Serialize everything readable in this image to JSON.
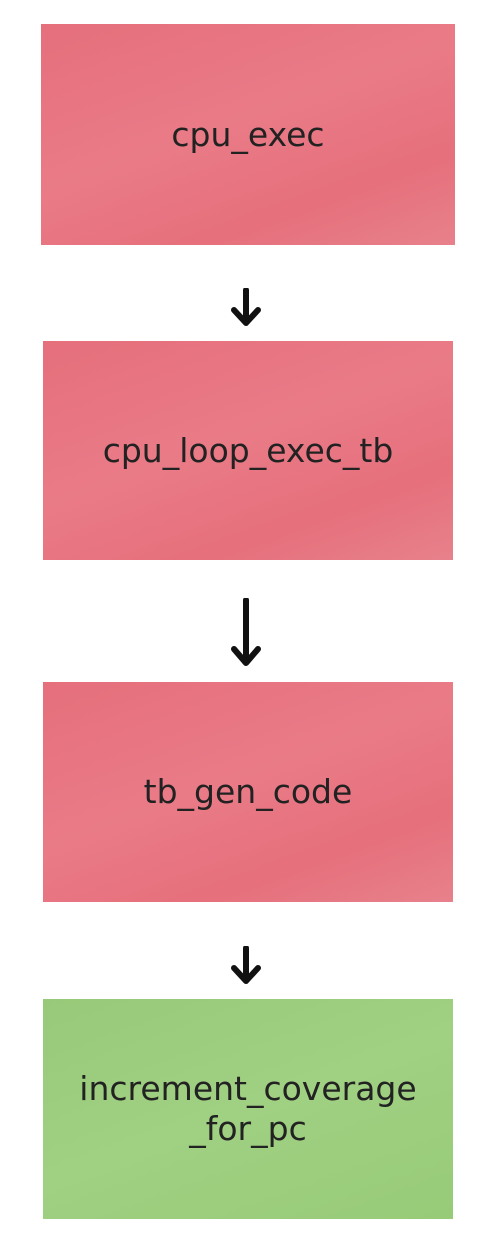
{
  "nodes": [
    {
      "label": "cpu_exec",
      "color": "#e8737f"
    },
    {
      "label": "cpu_loop_exec_tb",
      "color": "#e8737f"
    },
    {
      "label": "tb_gen_code",
      "color": "#e8737f"
    },
    {
      "label": "increment_coverage\n_for_pc",
      "color": "#9dcd7f"
    }
  ],
  "arrows": [
    {
      "from": "cpu_exec",
      "to": "cpu_loop_exec_tb",
      "icon": "arrow-down-icon"
    },
    {
      "from": "cpu_loop_exec_tb",
      "to": "tb_gen_code",
      "icon": "arrow-down-icon"
    },
    {
      "from": "tb_gen_code",
      "to": "increment_coverage\n_for_pc",
      "icon": "arrow-down-icon"
    }
  ]
}
